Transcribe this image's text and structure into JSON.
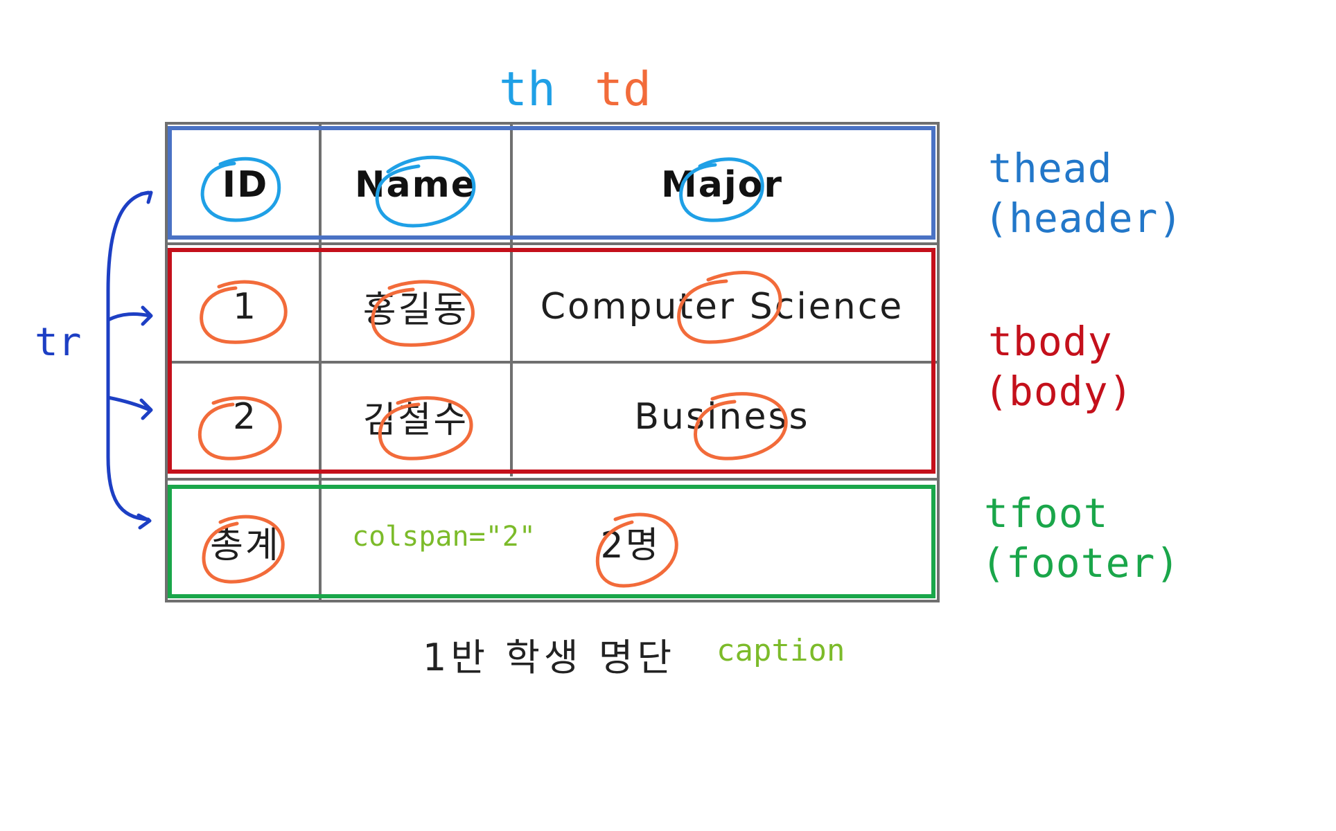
{
  "table": {
    "header": [
      "ID",
      "Name",
      "Major"
    ],
    "rows": [
      [
        "1",
        "홍길동",
        "Computer Science"
      ],
      [
        "2",
        "김철수",
        "Business"
      ]
    ],
    "footer": {
      "label": "총계",
      "value": "2명"
    },
    "caption": "1반 학생 명단"
  },
  "annotations": {
    "th": "th",
    "td": "td",
    "thead": "thead",
    "thead_sub": "(header)",
    "tbody": "tbody",
    "tbody_sub": "(body)",
    "tfoot": "tfoot",
    "tfoot_sub": "(footer)",
    "tr": "tr",
    "colspan": "colspan=\"2\"",
    "caption": "caption"
  },
  "colors": {
    "th_mark": "#1fa0e6",
    "td_mark": "#f26b3a",
    "thead": "#2277c9",
    "tbody": "#c4101b",
    "tfoot": "#1aa64a",
    "tr": "#1d3fc4",
    "note": "#7cbb2a",
    "grid": "#6f6f6f"
  }
}
